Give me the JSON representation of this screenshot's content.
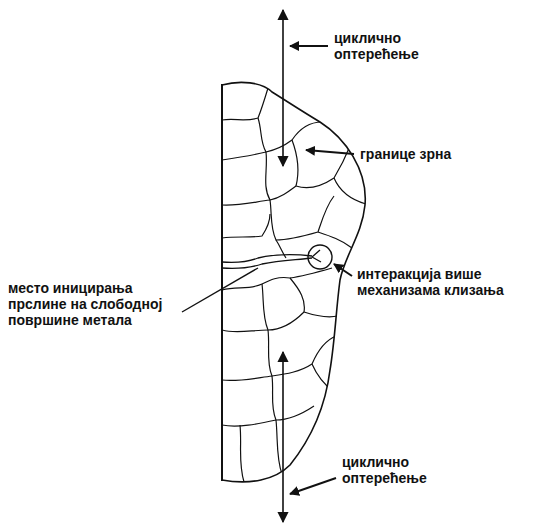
{
  "diagram": {
    "labels": [
      "циклично оптерећење",
      "границе зрна",
      "интеракција више механизама клизања",
      "место иницирања прслине на слободној површине метала",
      "циклично оптерећење"
    ]
  }
}
